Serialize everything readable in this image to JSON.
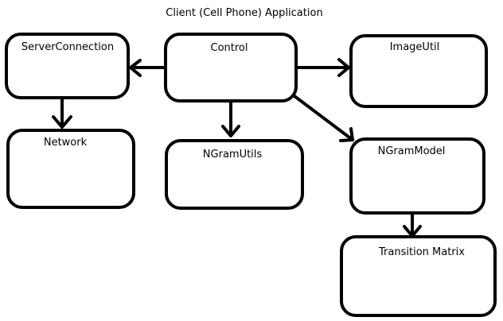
{
  "title": "Client (Cell Phone) Application",
  "nodes": {
    "control": "Control",
    "server_connection": "ServerConnection",
    "image_util": "ImageUtil",
    "network": "Network",
    "ngram_utils": "NGramUtils",
    "ngram_model": "NGramModel",
    "transition_matrix": "Transition Matrix"
  },
  "edges": [
    {
      "from": "control",
      "to": "server_connection"
    },
    {
      "from": "control",
      "to": "image_util"
    },
    {
      "from": "control",
      "to": "ngram_utils"
    },
    {
      "from": "control",
      "to": "ngram_model"
    },
    {
      "from": "server_connection",
      "to": "network"
    },
    {
      "from": "ngram_model",
      "to": "transition_matrix"
    }
  ],
  "colors": {
    "stroke": "#000000",
    "background": "#ffffff"
  }
}
